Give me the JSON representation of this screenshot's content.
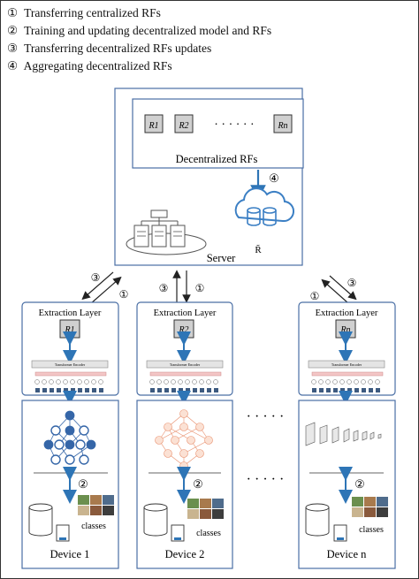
{
  "legend": [
    {
      "num": "①",
      "text": "Transferring centralized RFs"
    },
    {
      "num": "②",
      "text": "Training and updating decentralized model and RFs"
    },
    {
      "num": "③",
      "text": "Transferring decentralized RFs updates"
    },
    {
      "num": "④",
      "text": "Aggregating decentralized RFs"
    }
  ],
  "server": {
    "rf_title": "Decentralized RFs",
    "rf_items": [
      "R1",
      "R2",
      "Rn"
    ],
    "rf_dots": "· · · · · ·",
    "step": "④",
    "label": "Server",
    "aggregate": "R̃"
  },
  "links": {
    "up": "③",
    "down": "①"
  },
  "extraction": {
    "title": "Extraction Layer",
    "encoder": "Transformer Encoder",
    "items": [
      "R1",
      "R2",
      "Rn"
    ]
  },
  "devices": [
    {
      "label": "Device 1",
      "classes": "classes",
      "step": "②"
    },
    {
      "label": "Device 2",
      "classes": "classes",
      "step": "②"
    },
    {
      "label": "Device n",
      "classes": "classes",
      "step": "②"
    }
  ],
  "ellipsis": "· · · · ·",
  "colors": {
    "border": "#4a6fa5",
    "arrow": "#2e75b6",
    "cloud": "#3b7fc4",
    "neural_blue": "#3566a8",
    "neural_orange": "#e88e6b"
  }
}
